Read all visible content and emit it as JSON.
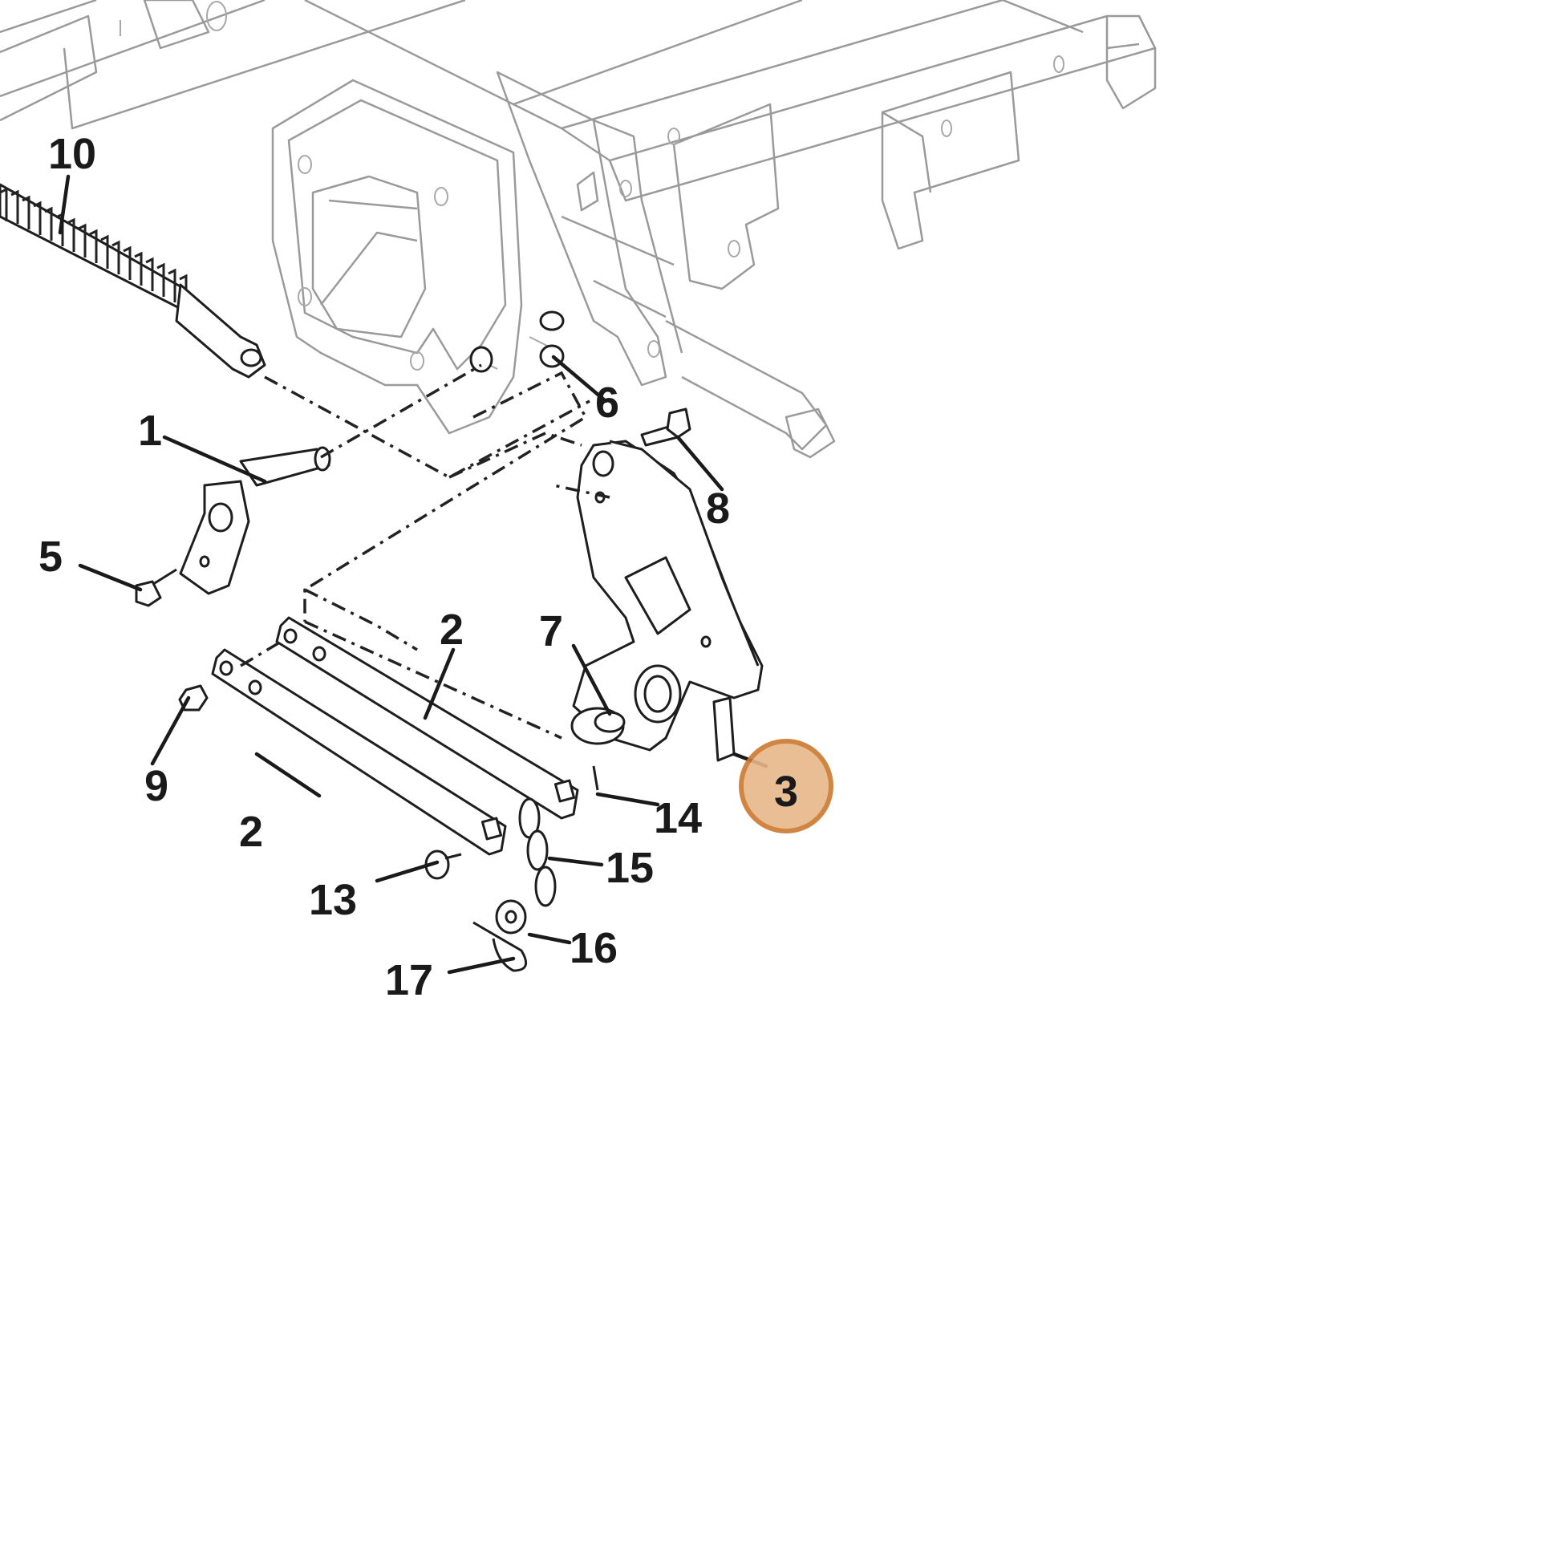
{
  "callouts": {
    "c1": "1",
    "c2a": "2",
    "c2b": "2",
    "c3": "3",
    "c5": "5",
    "c6": "6",
    "c7": "7",
    "c8": "8",
    "c9": "9",
    "c10": "10",
    "c13": "13",
    "c14": "14",
    "c15": "15",
    "c16": "16",
    "c17": "17"
  },
  "highlight": {
    "callout": "3",
    "color": "#e8b88a",
    "border_color": "#cc7a2e"
  }
}
